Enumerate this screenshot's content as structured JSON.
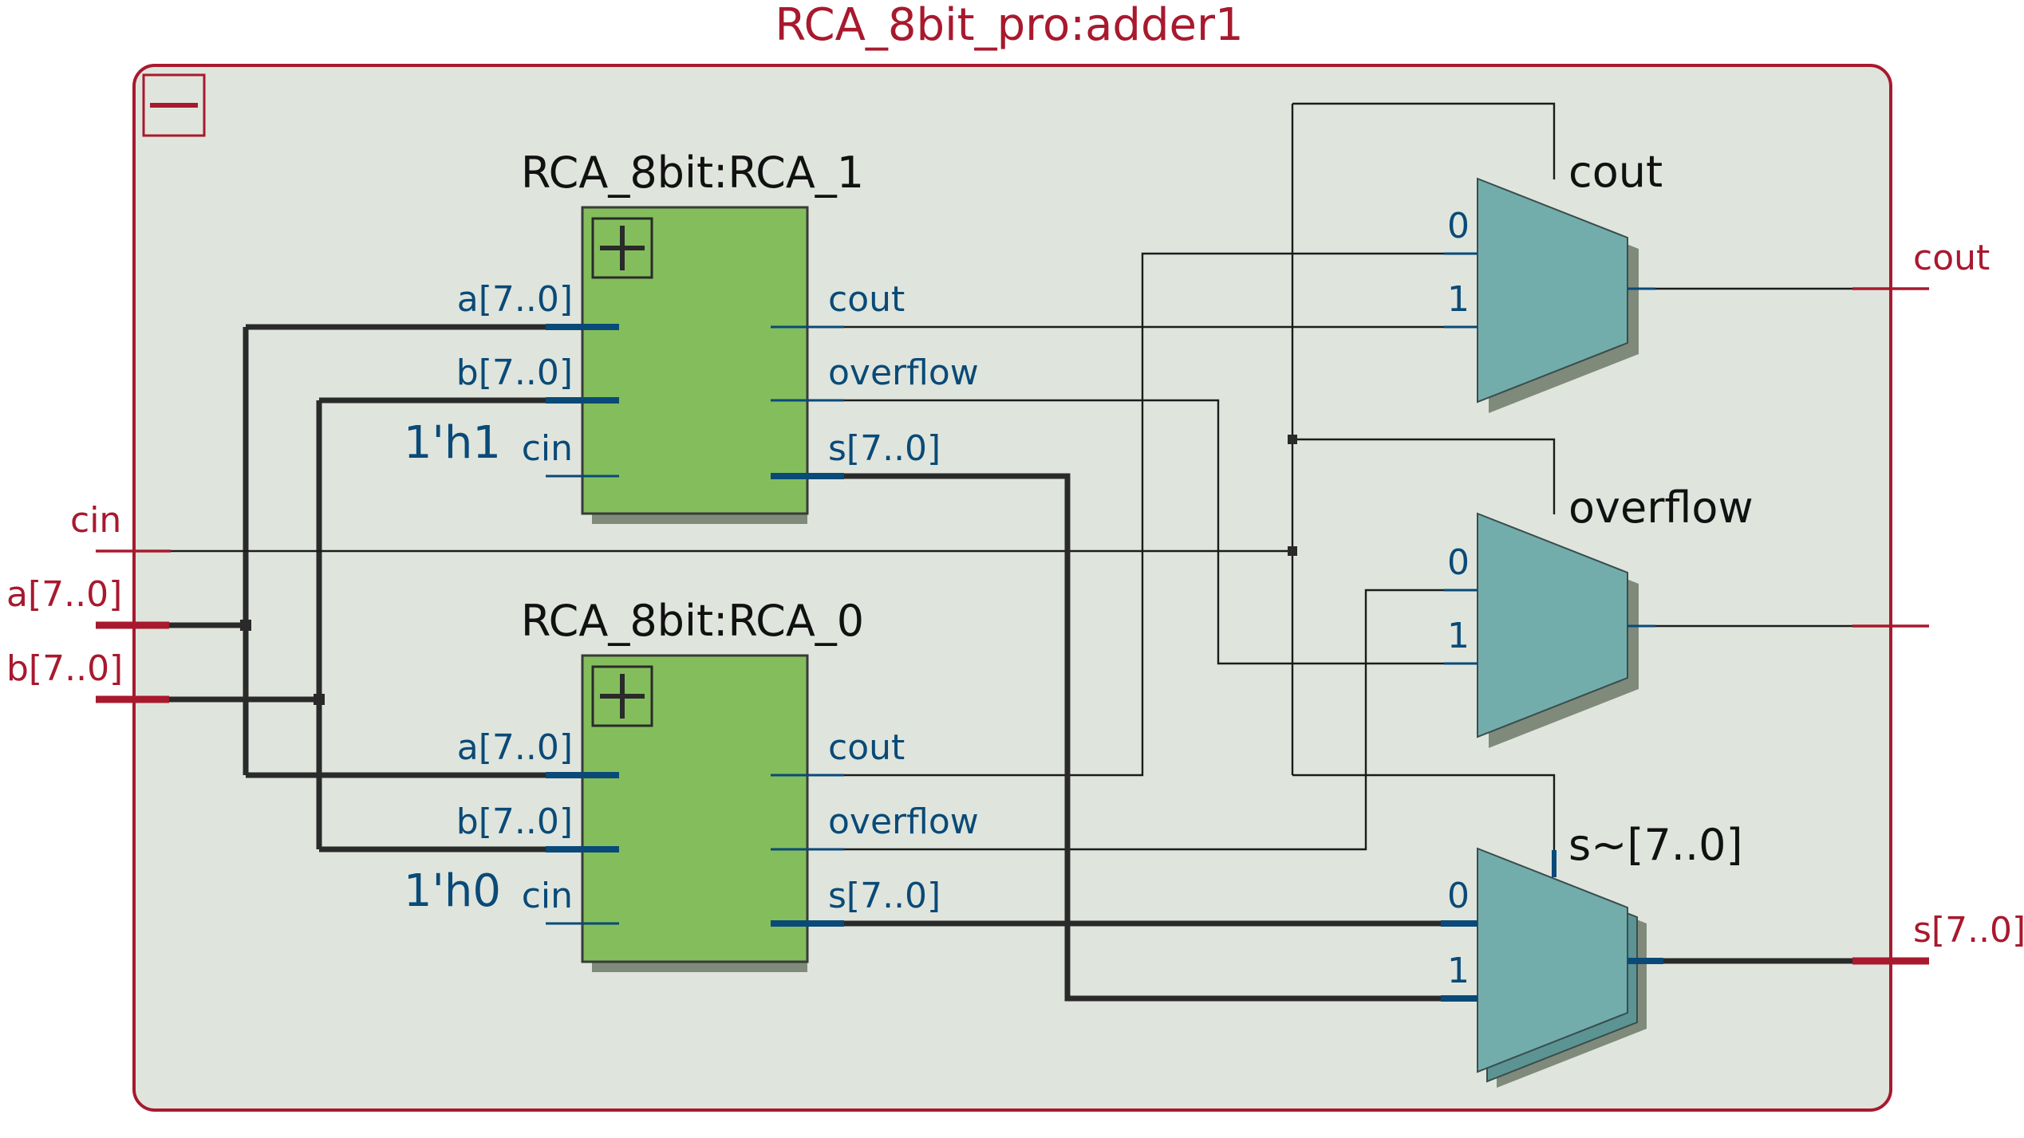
{
  "module": {
    "title": "RCA_8bit_pro:adder1",
    "collapse_symbol": "minus-icon"
  },
  "inputs": {
    "cin": "cin",
    "a": "a[7..0]",
    "b": "b[7..0]"
  },
  "outputs": {
    "cout": "cout",
    "overflow": "",
    "s": "s[7..0]"
  },
  "instances": [
    {
      "name": "RCA_8bit:RCA_1",
      "expand_symbol": "plus-icon",
      "ports_in": [
        "a[7..0]",
        "b[7..0]",
        "cin"
      ],
      "ports_out": [
        "cout",
        "overflow",
        "s[7..0]"
      ],
      "const_cin": "1'h1"
    },
    {
      "name": "RCA_8bit:RCA_0",
      "expand_symbol": "plus-icon",
      "ports_in": [
        "a[7..0]",
        "b[7..0]",
        "cin"
      ],
      "ports_out": [
        "cout",
        "overflow",
        "s[7..0]"
      ],
      "const_cin": "1'h0"
    }
  ],
  "muxes": [
    {
      "name": "cout",
      "in0": "0",
      "in1": "1"
    },
    {
      "name": "overflow",
      "in0": "0",
      "in1": "1"
    },
    {
      "name": "s~[7..0]",
      "in0": "0",
      "in1": "1"
    }
  ],
  "colors": {
    "frame": "#a8192e",
    "background": "#dfe5dc",
    "block_fill": "#84be5c",
    "mux_fill": "#72adac",
    "port_text": "#0a4a78"
  }
}
